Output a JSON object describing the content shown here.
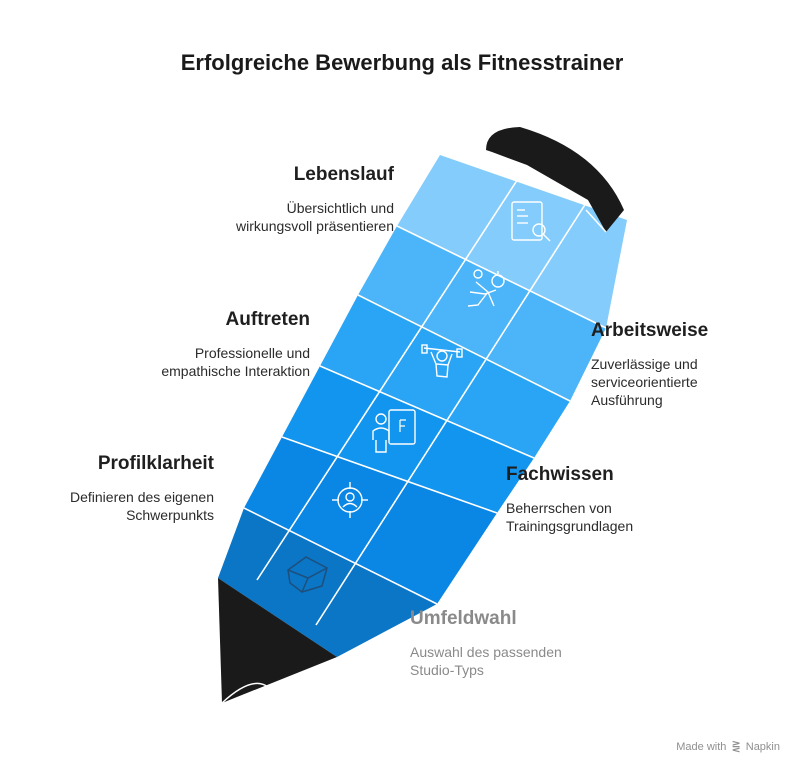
{
  "title": "Erfolgreiche Bewerbung als Fitnesstrainer",
  "colors": {
    "segment_1": "#84ccfc",
    "segment_2": "#4cb4f8",
    "segment_3": "#2aa4f4",
    "segment_4": "#1195ef",
    "segment_5": "#0a86e4",
    "segment_6": "#0b76c6",
    "tip_and_cap": "#1a1a1a"
  },
  "left_items": [
    {
      "heading": "Lebenslauf",
      "description_lines": [
        "Übersichtlich und",
        "wirkungsvoll präsentieren"
      ],
      "icon": "resume-search-icon"
    },
    {
      "heading": "Auftreten",
      "description_lines": [
        "Professionelle und",
        "empathische Interaktion"
      ],
      "icon": "person-lifting-icon"
    },
    {
      "heading": "Profilklarheit",
      "description_lines": [
        "Definieren des eigenen",
        "Schwerpunkts"
      ],
      "icon": "target-person-icon"
    }
  ],
  "right_items": [
    {
      "heading": "Arbeitsweise",
      "description_lines": [
        "Zuverlässige und",
        "serviceorientierte",
        "Ausführung"
      ],
      "icon": "running-stopwatch-icon"
    },
    {
      "heading": "Fachwissen",
      "description_lines": [
        "Beherrschen von",
        "Trainingsgrundlagen"
      ],
      "icon": "teacher-board-icon"
    },
    {
      "heading": "Umfeldwahl",
      "description_lines": [
        "Auswahl des passenden",
        "Studio-Typs"
      ],
      "icon": "cube-icon"
    }
  ],
  "brand": {
    "prefix": "Made with",
    "name": "Napkin"
  }
}
